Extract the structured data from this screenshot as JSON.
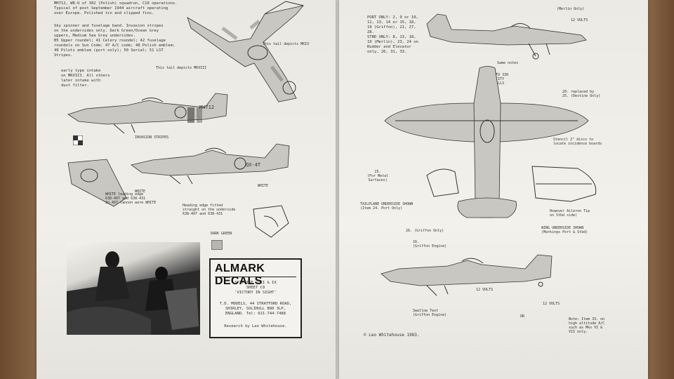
{
  "left_page": {
    "intro_notes": "MH712, WR-U of 302 (Polish) squadron, C10 operations.\nTypical of post September 1944 aircraft operating\nover Europe. Polished tin and clipped fins.",
    "scheme_notes": "Sky spinner and fuselage band. Invasion stripes\non the undersides only. Dark Green/Ocean Grey\nuppers, Medium Sea Grey undersides.\nB5 Upper roundel; 41 Celery roundel; 42 fuselage\nroundels on Sun Code; 47 A/C code; 48 Polish emblem;\n49 Pilots emblem (port only); 50 Serial; 51 LST\nStripes.",
    "early_notes": "early type intake\non MKVIII. All others\nlater intake with\ndust filter.",
    "tail_note_1": "This tail depicts\nMKVIII",
    "tail_note_2": "This tail depicts\nMKIX",
    "invasion_label": "INVASION STRIPES",
    "white_label_1": "WHITE",
    "white_label_2": "WHITE",
    "leading_edge_note": "WHITE leading edge\n638-407 and 638-431\nIn 407 cannon were WHITE",
    "heading_note": "Heading edge fitted\nstraight on the underside\n638-407 and 638-431",
    "dark_green_label": "DARK GREEN",
    "fuselage_code": "MH712",
    "fuselage_code_2": "QX-4T"
  },
  "logo_box": {
    "brand": "ALMARK DECALS",
    "line1": "SPITFIRE VIII & IX",
    "line2": "SHEET C9",
    "line3": "'VICTORY IN SIGHT'",
    "addr1": "T.D. MODELS, 44 STRATFORD ROAD,",
    "addr2": "SHIRLEY, SOLIHULL B90 3LP,",
    "addr3": "ENGLAND. Tel: 021-744-7488",
    "research": "Research by Leo Whitehouse."
  },
  "right_page": {
    "port_notes": "PORT ONLY: 2, 9 or 10,\n11, 13, 14 or 15, 18,\n19 (Griffon), 21, 27,\n28.\nSTBD ONLY: 8, 13, 18,\n19 (Merlin), 23, 24 on\nRudder and Elevator\nonly, 26, 31, 33.",
    "merlin_only": "(Merlin Only)",
    "volts_top": "12 VOLTS",
    "same_note": "Same notes",
    "fuel_note": "FUEL 0FD 330\nCAPACITY\n85 GALLS",
    "replaced_note": "20. replaced by\n25. (Destine Only)",
    "stencil_note": "Stencil 2\" discs to\nlocate incidence boards",
    "for_metal": "25.\n(For Metal\nSurfaces)",
    "tailplane_note": "TAILPLANE UNDERSIDE SHOWN\n(Item 24. Port Only)",
    "aileron_note": "However Aileron Tip\non Stbd side)",
    "wing_note": "WING UNDERSIDE SHOWN\n(Markings Port & Stbd)",
    "griffon_only": "26. (Griffon Only)",
    "griffon_engine": "16.\n(Griffon Engine)",
    "volts_mid": "12 VOLTS",
    "volts_low": "12 VOLTS",
    "swallow_text": "Swallow Text\n(Griffon Engine)",
    "or_label": "OR",
    "altitude_note": "Note: Item 33. on\nhigh altitude A/C\nsuch as Mks VI &\nVII only.",
    "copyright": "Leo Whitehouse 1983."
  }
}
